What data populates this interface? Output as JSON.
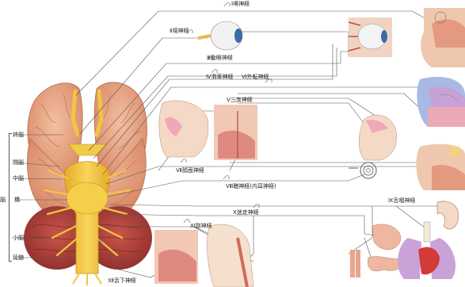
{
  "brain_parts": {
    "group": "脳",
    "telencephalon": "終脳",
    "diencephalon": "間脳",
    "midbrain": "中脳",
    "pons": "橋",
    "cerebellum": "小脳",
    "medulla": "延髄"
  },
  "nerves": {
    "n1": "Ⅰ嗅神経",
    "n2": "Ⅱ視神経",
    "n3": "Ⅲ動眼神経",
    "n4": "Ⅳ滑車神経",
    "n5": "Ⅴ三叉神経",
    "n6": "Ⅵ外転神経",
    "n7": "Ⅶ顔面神経",
    "n8": "Ⅷ聴神経(内耳神経)",
    "n9": "Ⅸ舌咽神経",
    "n10": "Ⅹ迷走神経",
    "n11": "Ⅺ副神経",
    "n12": "Ⅻ舌下神経"
  },
  "colors": {
    "brain": "#e9a787",
    "brainstem": "#f3c43a",
    "cerebellum": "#b1443d",
    "skin": "#f4dcc6",
    "line": "#555555"
  }
}
